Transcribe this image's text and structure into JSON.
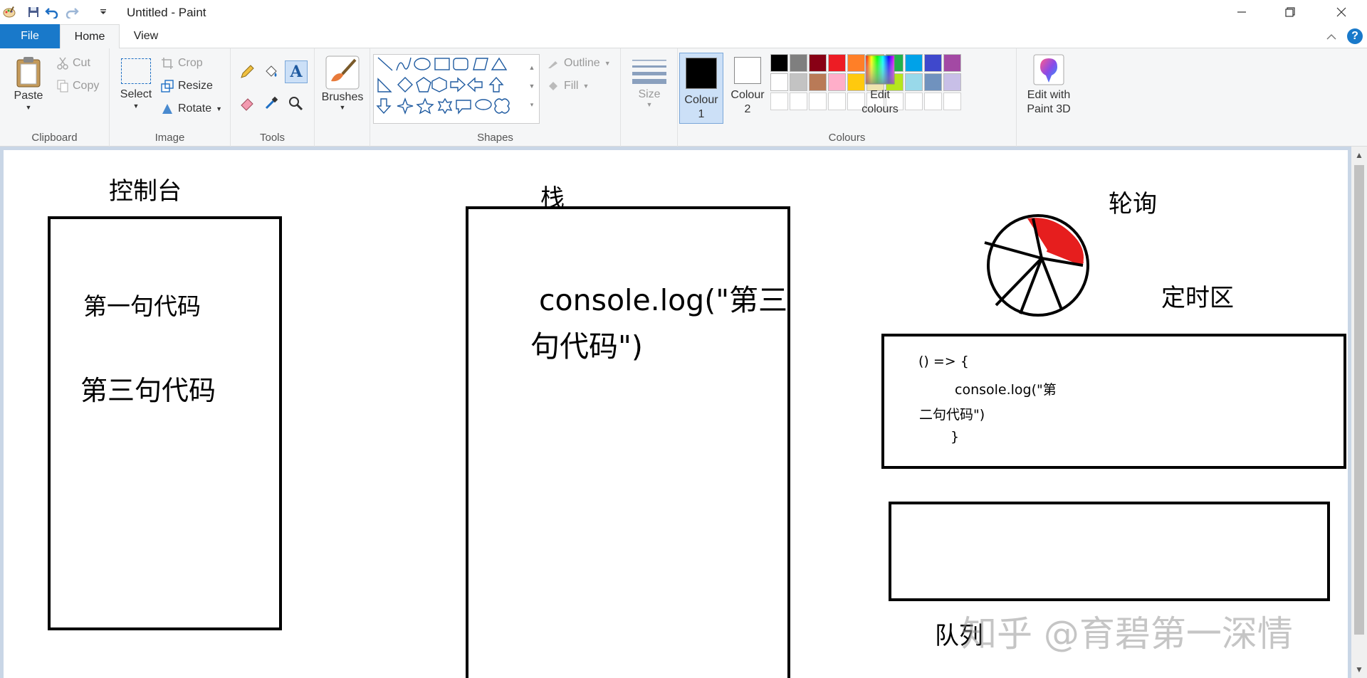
{
  "window": {
    "title": "Untitled - Paint"
  },
  "tabs": {
    "file": "File",
    "home": "Home",
    "view": "View"
  },
  "ribbon": {
    "clipboard": {
      "label": "Clipboard",
      "paste": "Paste",
      "cut": "Cut",
      "copy": "Copy"
    },
    "image": {
      "label": "Image",
      "select": "Select",
      "crop": "Crop",
      "resize": "Resize",
      "rotate": "Rotate"
    },
    "tools": {
      "label": "Tools"
    },
    "brushes": {
      "label": "Brushes"
    },
    "shapes": {
      "label": "Shapes",
      "outline": "Outline",
      "fill": "Fill"
    },
    "size": {
      "label": "Size"
    },
    "colours": {
      "label": "Colours",
      "colour1_a": "Colour",
      "colour1_b": "1",
      "colour2_a": "Colour",
      "colour2_b": "2",
      "edit_a": "Edit",
      "edit_b": "colours",
      "paint3d_a": "Edit with",
      "paint3d_b": "Paint 3D",
      "colour1_value": "#000000",
      "colour2_value": "#ffffff",
      "palette_row1": [
        "#000000",
        "#7f7f7f",
        "#880015",
        "#ed1c24",
        "#ff7f27",
        "#fff200",
        "#22b14c",
        "#00a2e8",
        "#3f48cc",
        "#a349a4"
      ],
      "palette_row2": [
        "#ffffff",
        "#c3c3c3",
        "#b97a57",
        "#ffaec9",
        "#ffc90e",
        "#efe4b0",
        "#b5e61d",
        "#99d9ea",
        "#7092be",
        "#c8bfe7"
      ]
    }
  },
  "canvas": {
    "console_title": "控制台",
    "console_line1": "第一句代码",
    "console_line2": "第三句代码",
    "stack_title": "栈",
    "stack_line1": "console.log(\"第三",
    "stack_line2": "句代码\")",
    "poll_title": "轮询",
    "timer_title": "定时区",
    "timer_code1": "() => {",
    "timer_code2": "console.log(\"第",
    "timer_code3": "二句代码\")",
    "timer_code4": "}",
    "queue_title": "队列",
    "watermark": "知乎 @育碧第一深情"
  }
}
